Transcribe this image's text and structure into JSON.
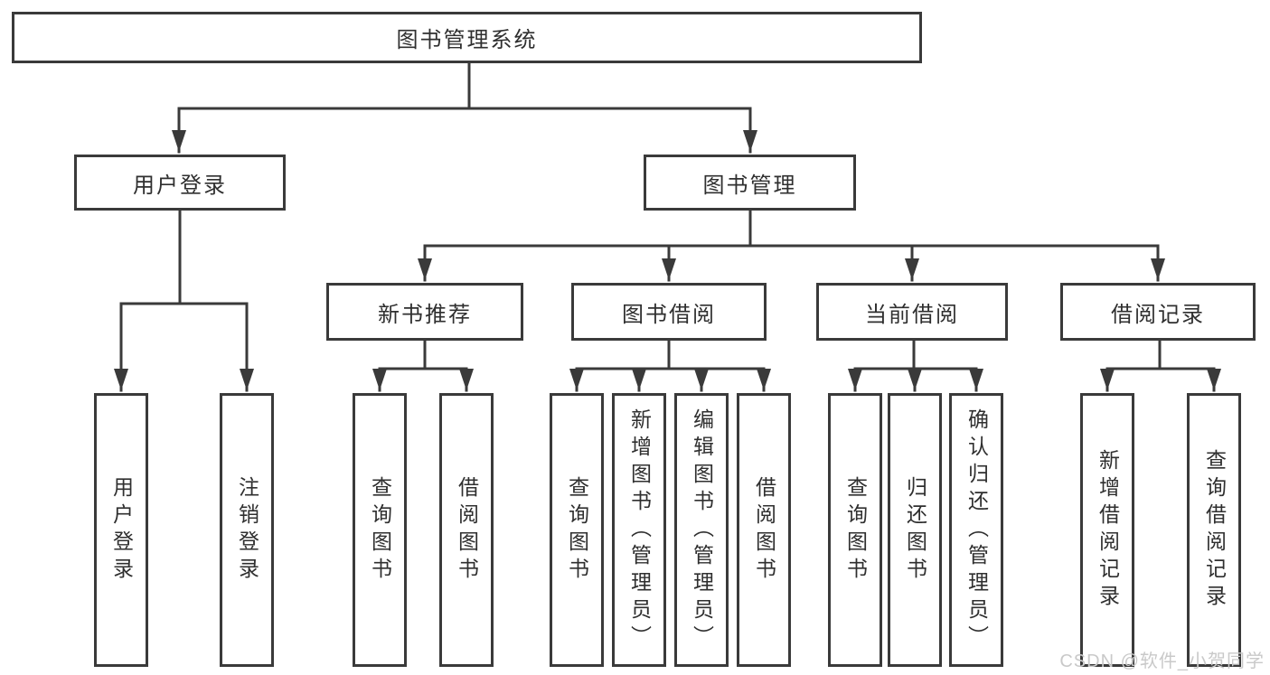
{
  "diagram": {
    "title": "图书管理系统",
    "nodes": {
      "root": "图书管理系统",
      "user_login": "用户登录",
      "book_management": "图书管理",
      "new_book_recommend": "新书推荐",
      "book_borrowing": "图书借阅",
      "current_borrowing": "当前借阅",
      "borrowing_records": "借阅记录",
      "ul_user_login": "用户登录",
      "ul_logout": "注销登录",
      "nb_query_books": "查询图书",
      "nb_borrow_books": "借阅图书",
      "bb_query_books": "查询图书",
      "bb_add_books": "新增图书（管理员）",
      "bb_edit_books": "编辑图书（管理员）",
      "bb_borrow_books": "借阅图书",
      "cb_query_books": "查询图书",
      "cb_return_books": "归还图书",
      "cb_confirm_return": "确认归还（管理员）",
      "br_add_record": "新增借阅记录",
      "br_query_record": "查询借阅记录"
    },
    "hierarchy": {
      "label": "图书管理系统",
      "children": [
        {
          "label": "用户登录",
          "children": [
            {
              "label": "用户登录"
            },
            {
              "label": "注销登录"
            }
          ]
        },
        {
          "label": "图书管理",
          "children": [
            {
              "label": "新书推荐",
              "children": [
                {
                  "label": "查询图书"
                },
                {
                  "label": "借阅图书"
                }
              ]
            },
            {
              "label": "图书借阅",
              "children": [
                {
                  "label": "查询图书"
                },
                {
                  "label": "新增图书（管理员）"
                },
                {
                  "label": "编辑图书（管理员）"
                },
                {
                  "label": "借阅图书"
                }
              ]
            },
            {
              "label": "当前借阅",
              "children": [
                {
                  "label": "查询图书"
                },
                {
                  "label": "归还图书"
                },
                {
                  "label": "确认归还（管理员）"
                }
              ]
            },
            {
              "label": "借阅记录",
              "children": [
                {
                  "label": "新增借阅记录"
                },
                {
                  "label": "查询借阅记录"
                }
              ]
            }
          ]
        }
      ]
    }
  },
  "watermark": "CSDN @软件_小贺同学",
  "colors": {
    "line": "#3a3a3a",
    "box_background": "#ffffff",
    "text": "#2f2f2f",
    "watermark": "#c9c9c9"
  }
}
